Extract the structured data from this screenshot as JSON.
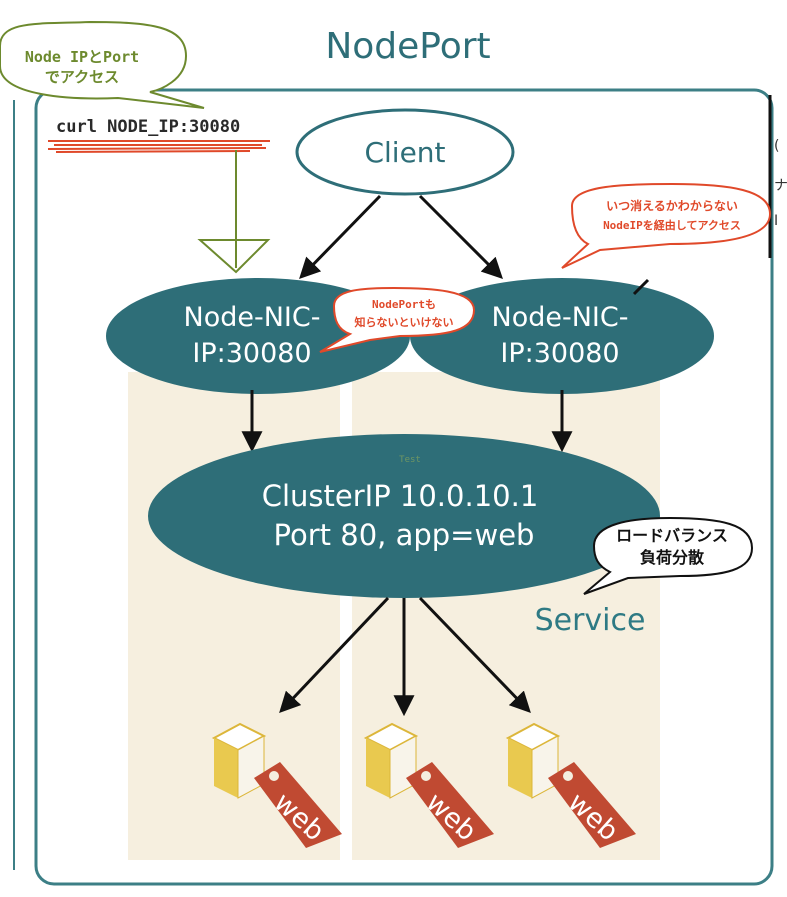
{
  "title": "NodePort",
  "client_label": "Client",
  "node_left": {
    "line1": "Node-NIC-",
    "line2": "IP:30080"
  },
  "node_right": {
    "line1": "Node-NIC-",
    "line2": "IP:30080"
  },
  "cluster": {
    "line1": "ClusterIP 10.0.10.1",
    "line2": "Port 80, app=web",
    "faint_label": "Test"
  },
  "service_label": "Service",
  "pods": [
    {
      "label": "web"
    },
    {
      "label": "web"
    },
    {
      "label": "web"
    }
  ],
  "callout_access": {
    "line1": "Node IPとPort",
    "line2": "でアクセス"
  },
  "curl_command": "curl NODE_IP:30080",
  "callout_unknown": {
    "line1": "NodePortも",
    "line2": "知らないといけない"
  },
  "callout_disappear": {
    "line1": "いつ消えるかわからない",
    "line2": "NodeIPを経由してアクセス"
  },
  "callout_lb": {
    "line1": "ロードバランス",
    "line2": "負荷分散"
  },
  "colors": {
    "teal": "#2e6e78",
    "teal_border": "#3c7f86",
    "tan": "#f6efdf",
    "callout_red": "#e0492a",
    "callout_green": "#6d8a2e",
    "pod_tag": "#c04a32",
    "cube_gold": "#dcb63a"
  }
}
